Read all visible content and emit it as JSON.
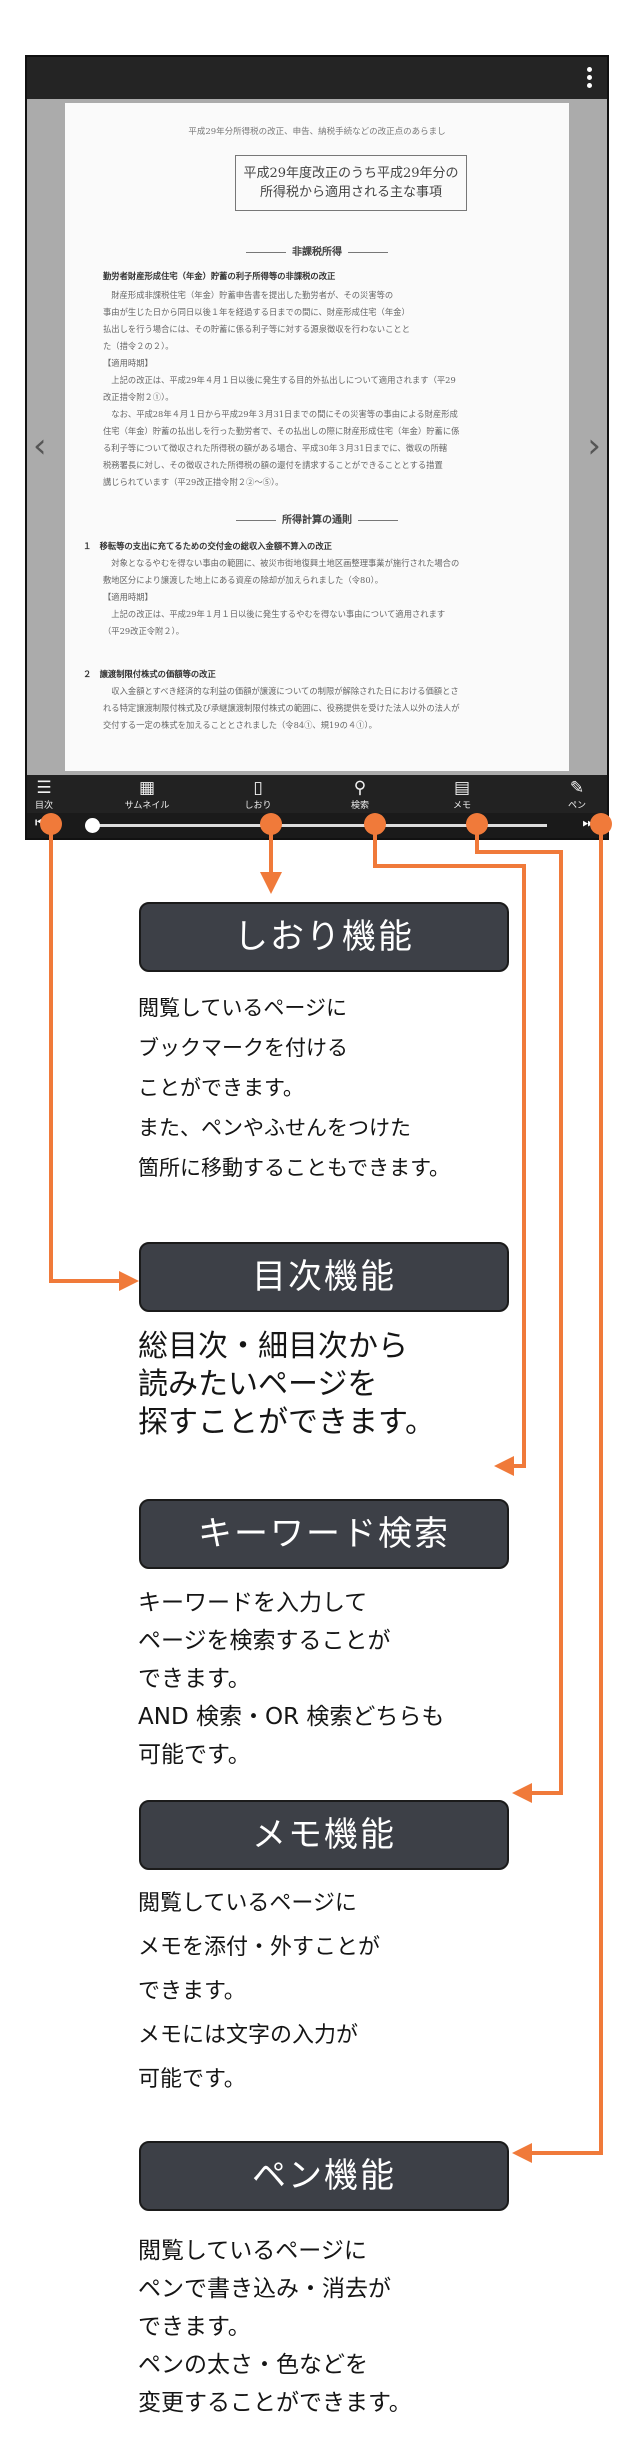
{
  "reader": {
    "page": {
      "header": "平成29年分所得税の改正、申告、納税手続などの改正点のあらまし",
      "title": "平成29年度改正のうち平成29年分の\n所得税から適用される主な事項",
      "section1": "非課税所得",
      "s1_heading": "勤労者財産形成住宅（年金）貯蓄の利子所得等の非課税の改正",
      "s1_lines": [
        "　財産形成非課税住宅（年金）貯蓄申告書を提出した勤労者が、その災害等の",
        "事由が生じた日から同日以後１年を経過する日までの間に、財産形成住宅（年金）",
        "払出しを行う場合には、その貯蓄に係る利子等に対する源泉徴収を行わないことと",
        "た（措令２の２）。",
        "【適用時期】",
        "　上記の改正は、平成29年４月１日以後に発生する目的外払出しについて適用されます（平29",
        "改正措令附２①）。",
        "　なお、平成28年４月１日から平成29年３月31日までの間にその災害等の事由による財産形成",
        "住宅（年金）貯蓄の払出しを行った勤労者で、その払出しの際に財産形成住宅（年金）貯蓄に係",
        "る利子等について徴収された所得税の額がある場合、平成30年３月31日までに、徴収の所轄",
        "税務署長に対し、その徴収された所得税の額の還付を請求することができることとする措置",
        "講じられています（平29改正措令附２②～⑤）。"
      ],
      "section2": "所得計算の通則",
      "s2_items": [
        "１　移転等の支出に充てるための交付金の総収入金額不算入の改正",
        "　対象となるやむを得ない事由の範囲に、被災市街地復興土地区画整理事業が施行された場合の",
        "敷地区分により譲渡した地上にある資産の除却が加えられました（令80）。",
        "【適用時期】",
        "　上記の改正は、平成29年１月１日以後に発生するやむを得ない事由について適用されます",
        "（平29改正令附２）。",
        "",
        "２　譲渡制限付株式の価額等の改正",
        "　収入金額とすべき経済的な利益の価額が譲渡についての制限が解除された日における価額とさ",
        "れる特定譲渡制限付株式及び承継譲渡制限付株式の範囲に、役務提供を受けた法人以外の法人が",
        "交付する一定の株式を加えることとされました（令84①、規19の４①）。"
      ]
    },
    "toolbar": {
      "items": [
        {
          "label": "目次"
        },
        {
          "label": "サムネイル"
        },
        {
          "label": "しおり"
        },
        {
          "label": "検索"
        },
        {
          "label": "メモ"
        },
        {
          "label": "ペン"
        }
      ]
    }
  },
  "features": [
    {
      "title": "しおり機能",
      "text": "閲覧しているページに\nブックマークを付ける\nことができます。\nまた、ペンやふせんをつけた\n箇所に移動することもできます。"
    },
    {
      "title": "目次機能",
      "text": "総目次・細目次から\n読みたいページを\n探すことができます。"
    },
    {
      "title": "キーワード検索",
      "text": "キーワードを入力して\nページを検索することが\nできます。\nAND 検索・OR 検索どちらも\n可能です。"
    },
    {
      "title": "メモ機能",
      "text": "閲覧しているページに\nメモを添付・外すことが\nできます。\nメモには文字の入力が\n可能です。"
    },
    {
      "title": "ペン機能",
      "text": "閲覧しているページに\nペンで書き込み・消去が\nできます。\nペンの太さ・色などを\n変更することができます。"
    }
  ],
  "colors": {
    "accent": "#f07a3a",
    "label_bg": "#3d4047"
  }
}
